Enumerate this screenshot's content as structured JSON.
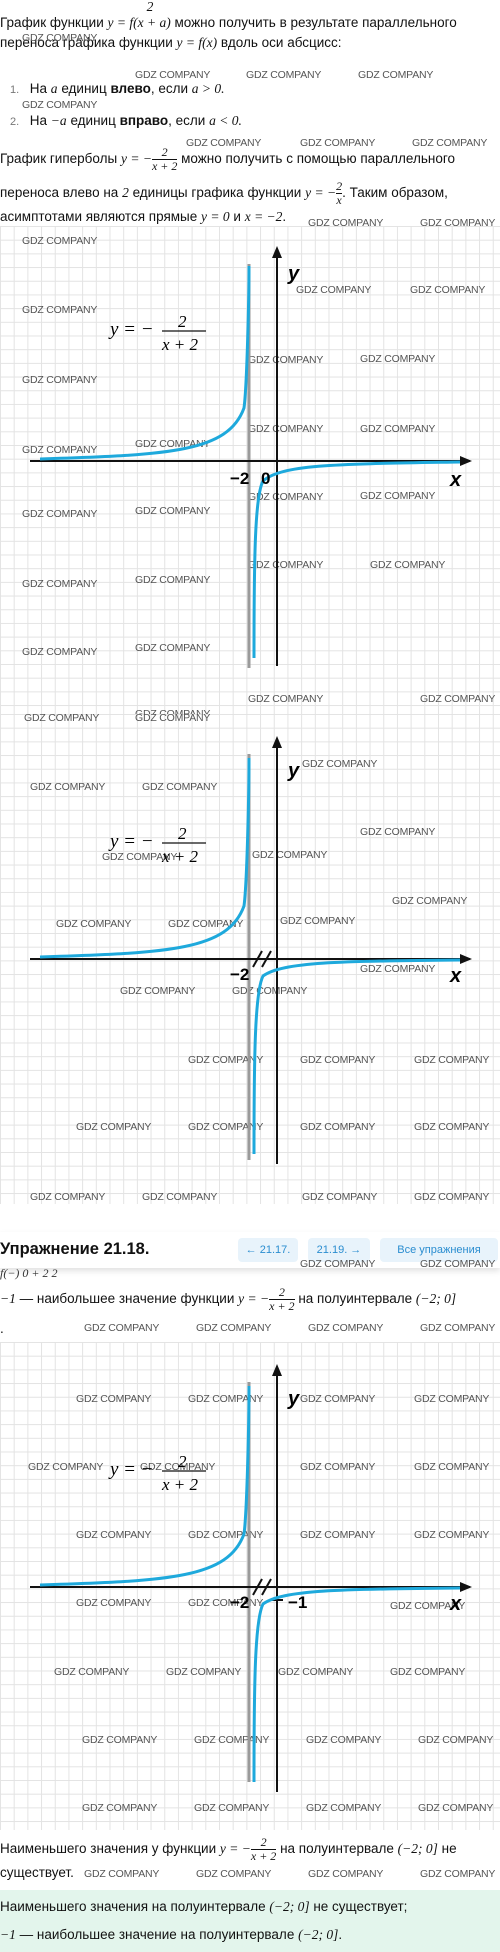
{
  "top_fraction": "2",
  "intro_line1_a": "График функции",
  "intro_line1_math": "y = f(x + a)",
  "intro_line1_b": "можно получить в результате параллельного",
  "intro_line2_a": "переноса графика функции",
  "intro_line2_math": "y = f(x)",
  "intro_line2_b": "вдоль оси абсцисс:",
  "list": [
    {
      "num": "1.",
      "pre": "На",
      "var": "a",
      "mid": "единиц",
      "bold": "влево",
      "post": ", если",
      "cond": "a > 0."
    },
    {
      "num": "2.",
      "pre": "На",
      "var": "−a",
      "mid": "единиц",
      "bold": "вправо",
      "post": ", если",
      "cond": "a < 0."
    }
  ],
  "hyper_a": "График гиперболы",
  "hyper_math": "y = −",
  "hyper_num": "2",
  "hyper_den": "x + 2",
  "hyper_b": "можно получить с помощью параллельного",
  "hyper2_a": "переноса влево на",
  "hyper2_math": "2",
  "hyper2_b": "единицы графика функции",
  "hyper2_math2": "y = −",
  "hyper2_num": "2",
  "hyper2_den": "x",
  "hyper2_c": ". Таким образом,",
  "hyper3_a": "асимптотами являются прямые",
  "hyper3_m1": "y = 0",
  "hyper3_and": "и",
  "hyper3_m2": "x = −2",
  "hyper3_end": ".",
  "watermark": "GDZ COMPANY",
  "graph": {
    "y_axis": "y",
    "x_axis": "x",
    "formula_prefix": "y = −",
    "formula_num": "2",
    "formula_den": "x + 2",
    "g1_labels": [
      "−2",
      "0"
    ],
    "g2_labels": [
      "−2"
    ],
    "g3_labels": [
      "−2",
      "−1"
    ],
    "curve_color": "#1ea9dc",
    "asymptote_color": "#9a9a9a"
  },
  "nav": {
    "title": "Упражнение 21.18.",
    "prev": "← 21.17.",
    "next": "21.19. →",
    "all": "Все упражнения"
  },
  "partial_line": "f(−)    0 + 2       2",
  "max_a": "−1",
  "max_b": "— наибольшее значение функции",
  "max_math": "y = −",
  "max_num": "2",
  "max_den": "x + 2",
  "max_c": "на полуинтервале",
  "max_interval": "(−2; 0]",
  "max_dot": ".",
  "min_a": "Наименьшего значения у функции",
  "min_math": "y = −",
  "min_num": "2",
  "min_den": "x + 2",
  "min_b": "на полуинтервале",
  "min_interval": "(−2; 0]",
  "min_c": "не",
  "min_d": "существует.",
  "answer_line1_a": "Наименьшего значения на полуинтервале",
  "answer_line1_interval": "(−2; 0]",
  "answer_line1_b": "не существует;",
  "answer_line2_a": "−1",
  "answer_line2_b": "— наибольшее значение на полуинтервале",
  "answer_line2_interval": "(−2; 0]",
  "answer_line2_c": "."
}
